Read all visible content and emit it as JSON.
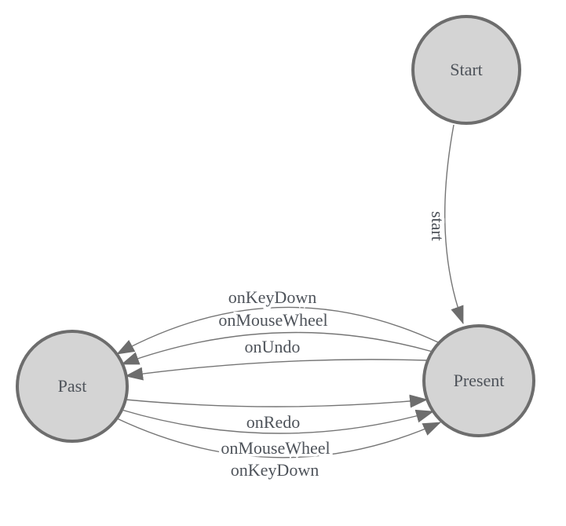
{
  "diagram_type": "state-machine",
  "colors": {
    "background": "#ffffff",
    "node_fill": "#d4d4d4",
    "node_stroke": "#6d6d6d",
    "edge": "#757575",
    "arrow": "#6d6d6d",
    "text": "#4e535a"
  },
  "nodes": [
    {
      "id": "start",
      "label": "Start"
    },
    {
      "id": "past",
      "label": "Past"
    },
    {
      "id": "present",
      "label": "Present"
    }
  ],
  "edges": [
    {
      "from": "start",
      "to": "present",
      "label": "start"
    },
    {
      "from": "present",
      "to": "past",
      "label": "onKeyDown"
    },
    {
      "from": "present",
      "to": "past",
      "label": "onMouseWheel"
    },
    {
      "from": "present",
      "to": "past",
      "label": "onUndo"
    },
    {
      "from": "past",
      "to": "present",
      "label": "onRedo"
    },
    {
      "from": "past",
      "to": "present",
      "label": "onMouseWheel"
    },
    {
      "from": "past",
      "to": "present",
      "label": "onKeyDown"
    }
  ]
}
